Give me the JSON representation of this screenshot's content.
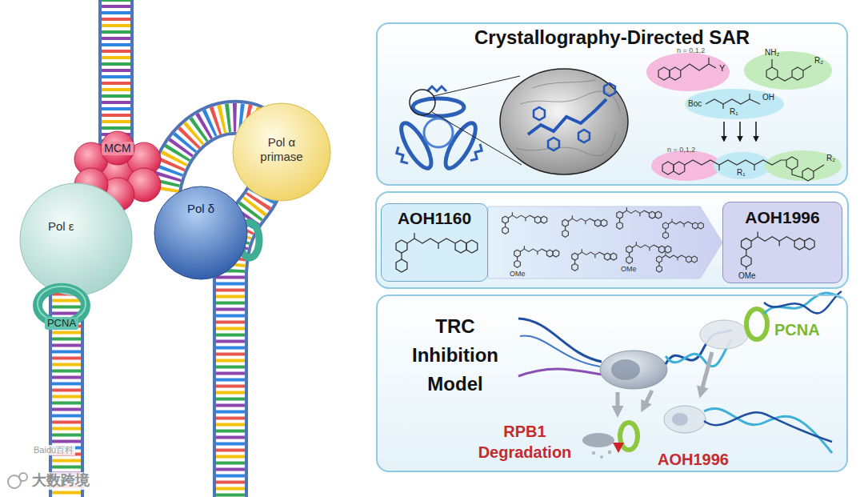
{
  "diagram": {
    "nodes": [
      {
        "text": [
          "MCM"
        ]
      },
      {
        "text": [
          "Pol α primase"
        ]
      },
      {
        "text": [
          "Pol ε"
        ]
      },
      {
        "text": [
          "Pol δ"
        ]
      },
      {
        "text": [
          "PCNA"
        ]
      },
      {
        "text": [
          "Crystallography-Directed SAR"
        ]
      },
      {
        "text": [
          "AOH1160"
        ]
      },
      {
        "text": [
          "AOH1996"
        ]
      },
      {
        "text": [
          "TRC Inhibition Model"
        ]
      }
    ],
    "edges": [
      {
        "from": 6,
        "to": 7,
        "arrow": "to"
      }
    ],
    "labels": [
      "n = 0,1,2",
      "Y",
      "NH₂",
      "R₂",
      "Boc",
      "OH",
      "R₁",
      "n = 0,1,2",
      "R₁",
      "R₂",
      "OMe",
      "OMe",
      "OMe",
      "PCNA",
      "RPB1 Degradation",
      "AOH1996",
      "Baidu百科",
      "大数跨境"
    ]
  }
}
